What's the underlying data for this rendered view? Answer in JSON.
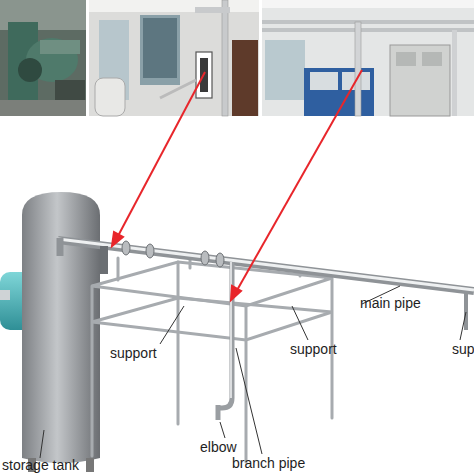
{
  "diagram": {
    "labels": [
      "support",
      "support",
      "main pipe",
      "sup",
      "elbow",
      "branch pipe",
      "storage tank"
    ]
  }
}
